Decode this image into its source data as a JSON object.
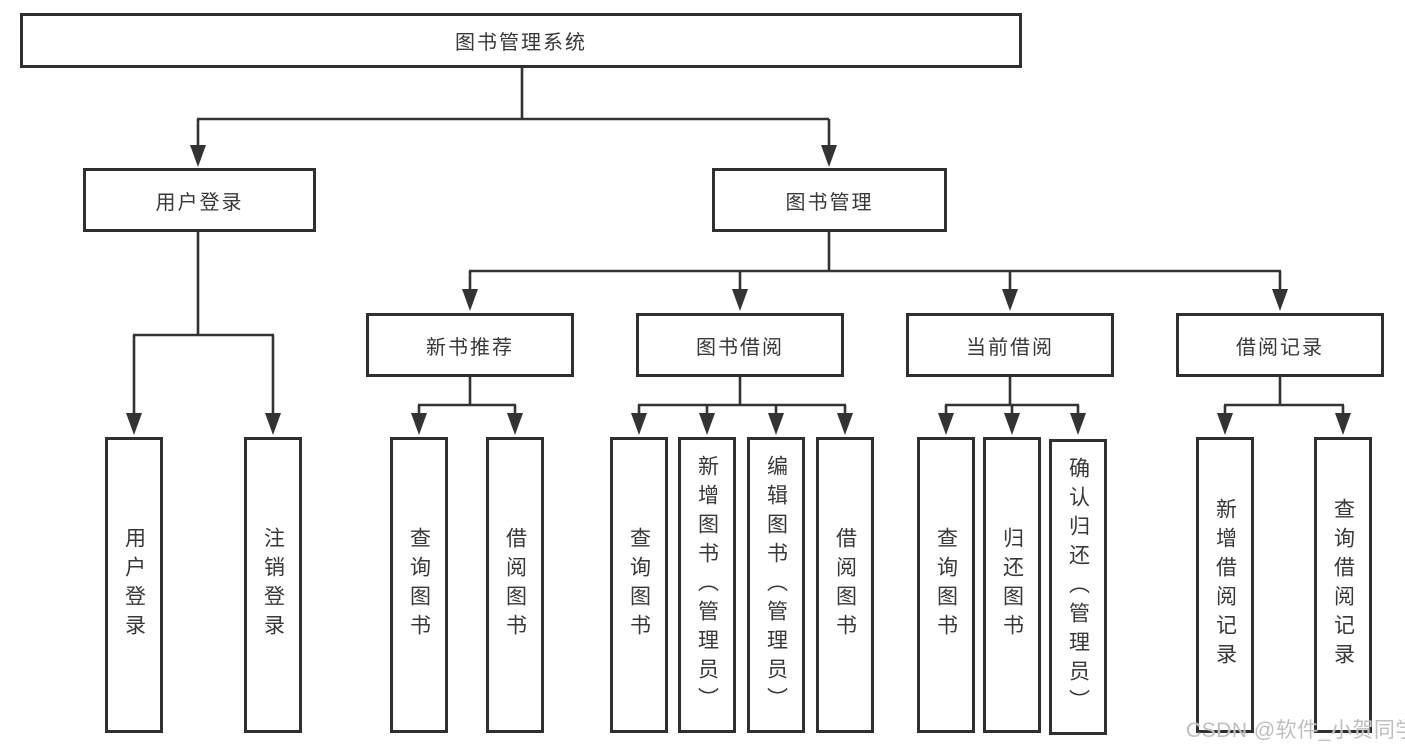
{
  "diagram": {
    "title": "图书管理系统",
    "tree": {
      "root": {
        "label": "图书管理系统"
      },
      "branches": [
        {
          "label": "用户登录",
          "children": [
            {
              "label": "用户登录"
            },
            {
              "label": "注销登录"
            }
          ]
        },
        {
          "label": "图书管理",
          "children": [
            {
              "label": "新书推荐",
              "children": [
                {
                  "label": "查询图书"
                },
                {
                  "label": "借阅图书"
                }
              ]
            },
            {
              "label": "图书借阅",
              "children": [
                {
                  "label": "查询图书"
                },
                {
                  "label": "新增图书（管理员）"
                },
                {
                  "label": "编辑图书（管理员）"
                },
                {
                  "label": "借阅图书"
                }
              ]
            },
            {
              "label": "当前借阅",
              "children": [
                {
                  "label": "查询图书"
                },
                {
                  "label": "归还图书"
                },
                {
                  "label": "确认归还（管理员）"
                }
              ]
            },
            {
              "label": "借阅记录",
              "children": [
                {
                  "label": "新增借阅记录"
                },
                {
                  "label": "查询借阅记录"
                }
              ]
            }
          ]
        }
      ]
    },
    "watermark": "CSDN @软件_小贺同学",
    "colors": {
      "line": "#333333",
      "border": "#2f2f2f",
      "text": "#383838",
      "watermark": "#bfbfbf",
      "background": "#ffffff"
    }
  }
}
